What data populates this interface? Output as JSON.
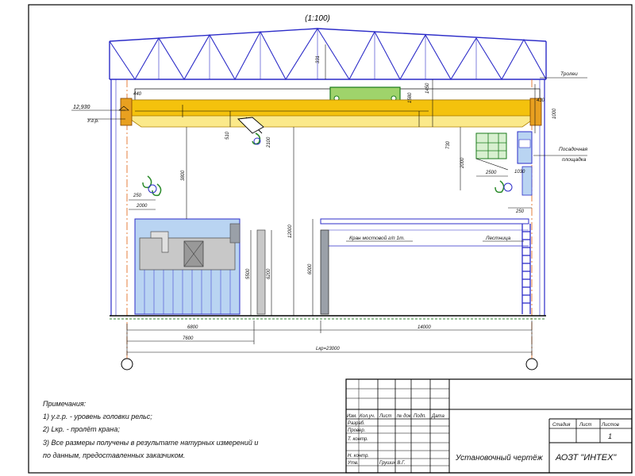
{
  "scale_label": "(1:100)",
  "callouts": {
    "trolley": "Тролеи",
    "landing_platform_l1": "Посадочная",
    "landing_platform_l2": "площадка",
    "crane_beam": "Кран мостовой г/п 1т.",
    "ladder": "Лестница"
  },
  "levels": {
    "rail_top": "12,930",
    "rail_head_mark": "У.г.р."
  },
  "dimensions": {
    "truss_gap": "331",
    "hook_top": "1450",
    "beam_depth": "1580",
    "trolley_off": "440",
    "end_truck": "1000",
    "cab_drop": "730",
    "col_left": "430",
    "hook_a": "510",
    "hook_b": "2100",
    "platform_h": "2000",
    "platform_w": "2500",
    "platform_side": "1030",
    "hook_left_h": "3800",
    "side_250": "250",
    "side_2000": "2000",
    "bottom_250": "250",
    "span_12000": "12000",
    "h_5500": "5500",
    "h_6200": "6200",
    "h_6000": "6000",
    "w_6800": "6800",
    "w_7600": "7600",
    "w_14000": "14000",
    "span_total": "Lкр=23000"
  },
  "notes": {
    "title": "Примечания:",
    "n1": "1) у.г.р. - уровень головки рельс;",
    "n2": "2) Lкр. - пролёт крана;",
    "n3": "3) Все размеры получены в результате натурных измерений и",
    "n4": "по данным, предоставленных заказчиком."
  },
  "title_block": {
    "hdr_izm": "Изм.",
    "hdr_kol": "Кол.уч.",
    "hdr_list": "Лист",
    "hdr_ndok": "№ док.",
    "hdr_podp": "Подп.",
    "hdr_data": "Дата",
    "row_razrab": "Разраб.",
    "row_prover": "Провер.",
    "row_tkontr": "Т. контр.",
    "row_nkontr": "Н. контр.",
    "row_utv": "Утв.",
    "utv_name": "Грушин В.Г.",
    "drawing_title": "Установочный чертёж",
    "col_stadia": "Стадия",
    "col_list": "Лист",
    "col_listov": "Листов",
    "listov_value": "1",
    "company": "АОЗТ \"ИНТЕХ\""
  },
  "colors": {
    "structure": "#2c2cc8",
    "beam_fill": "#f4c20d",
    "beam_light": "#fbe98a",
    "cabinet_fill": "#b9d4f2",
    "dim_line": "#111111",
    "ground": "#3a8a3a",
    "axis": "#e06010",
    "trolley_fill": "#9fd36b"
  }
}
